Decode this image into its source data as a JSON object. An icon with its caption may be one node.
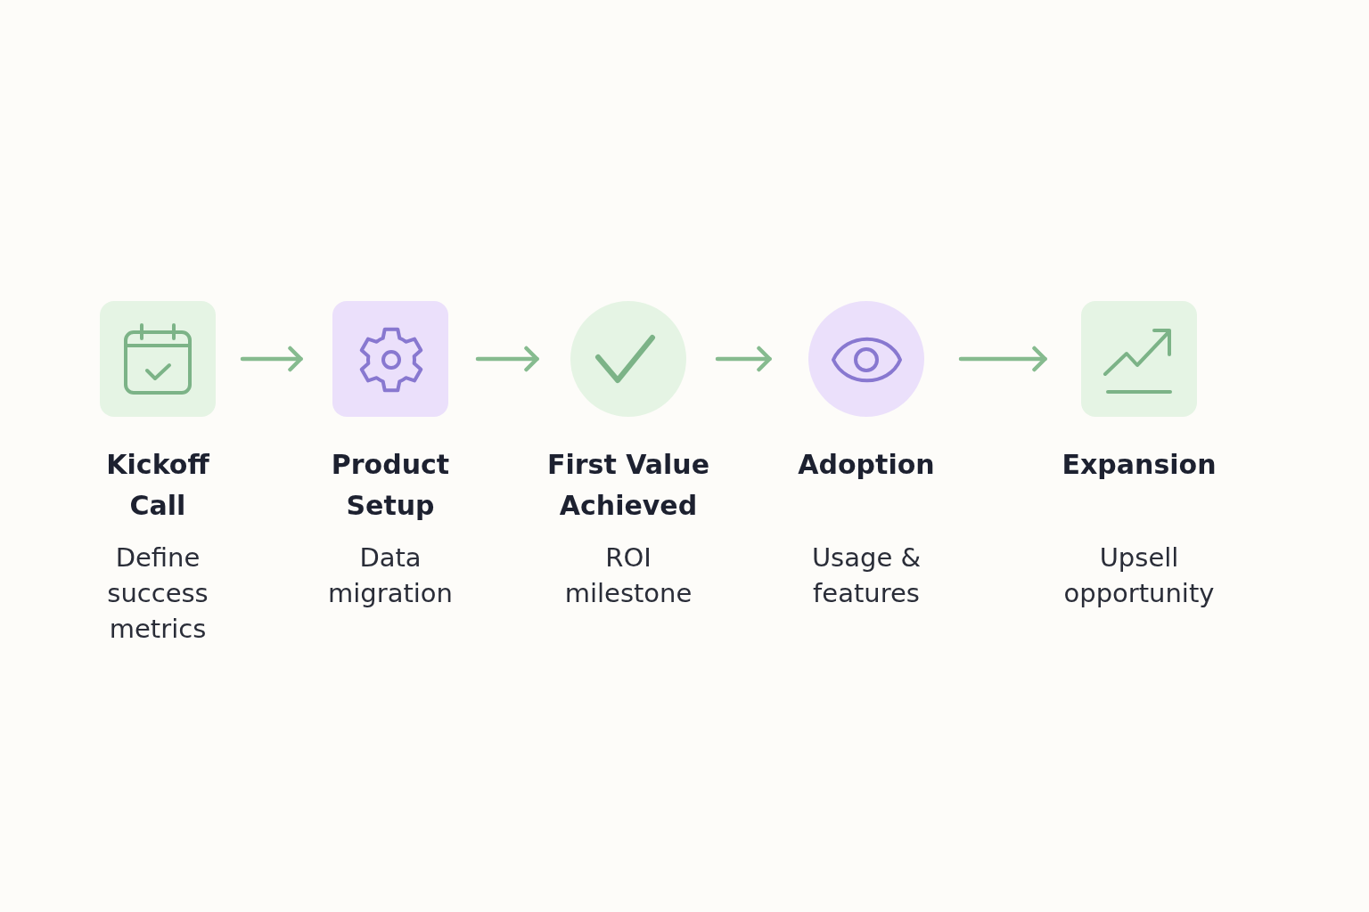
{
  "diagram": {
    "nodes": [
      {
        "text": [
          "Kickoff Call",
          "Define success metrics"
        ]
      },
      {
        "text": [
          "Product Setup",
          "Data migration"
        ]
      },
      {
        "text": [
          "First Value Achieved",
          "ROI milestone"
        ]
      },
      {
        "text": [
          "Adoption",
          "Usage & features"
        ]
      },
      {
        "text": [
          "Expansion",
          "Upsell opportunity"
        ]
      }
    ],
    "edges": [
      {
        "from": 0,
        "to": 1,
        "arrow": "to"
      },
      {
        "from": 1,
        "to": 2,
        "arrow": "to"
      },
      {
        "from": 2,
        "to": 3,
        "arrow": "to"
      },
      {
        "from": 3,
        "to": 4,
        "arrow": "to"
      }
    ]
  }
}
